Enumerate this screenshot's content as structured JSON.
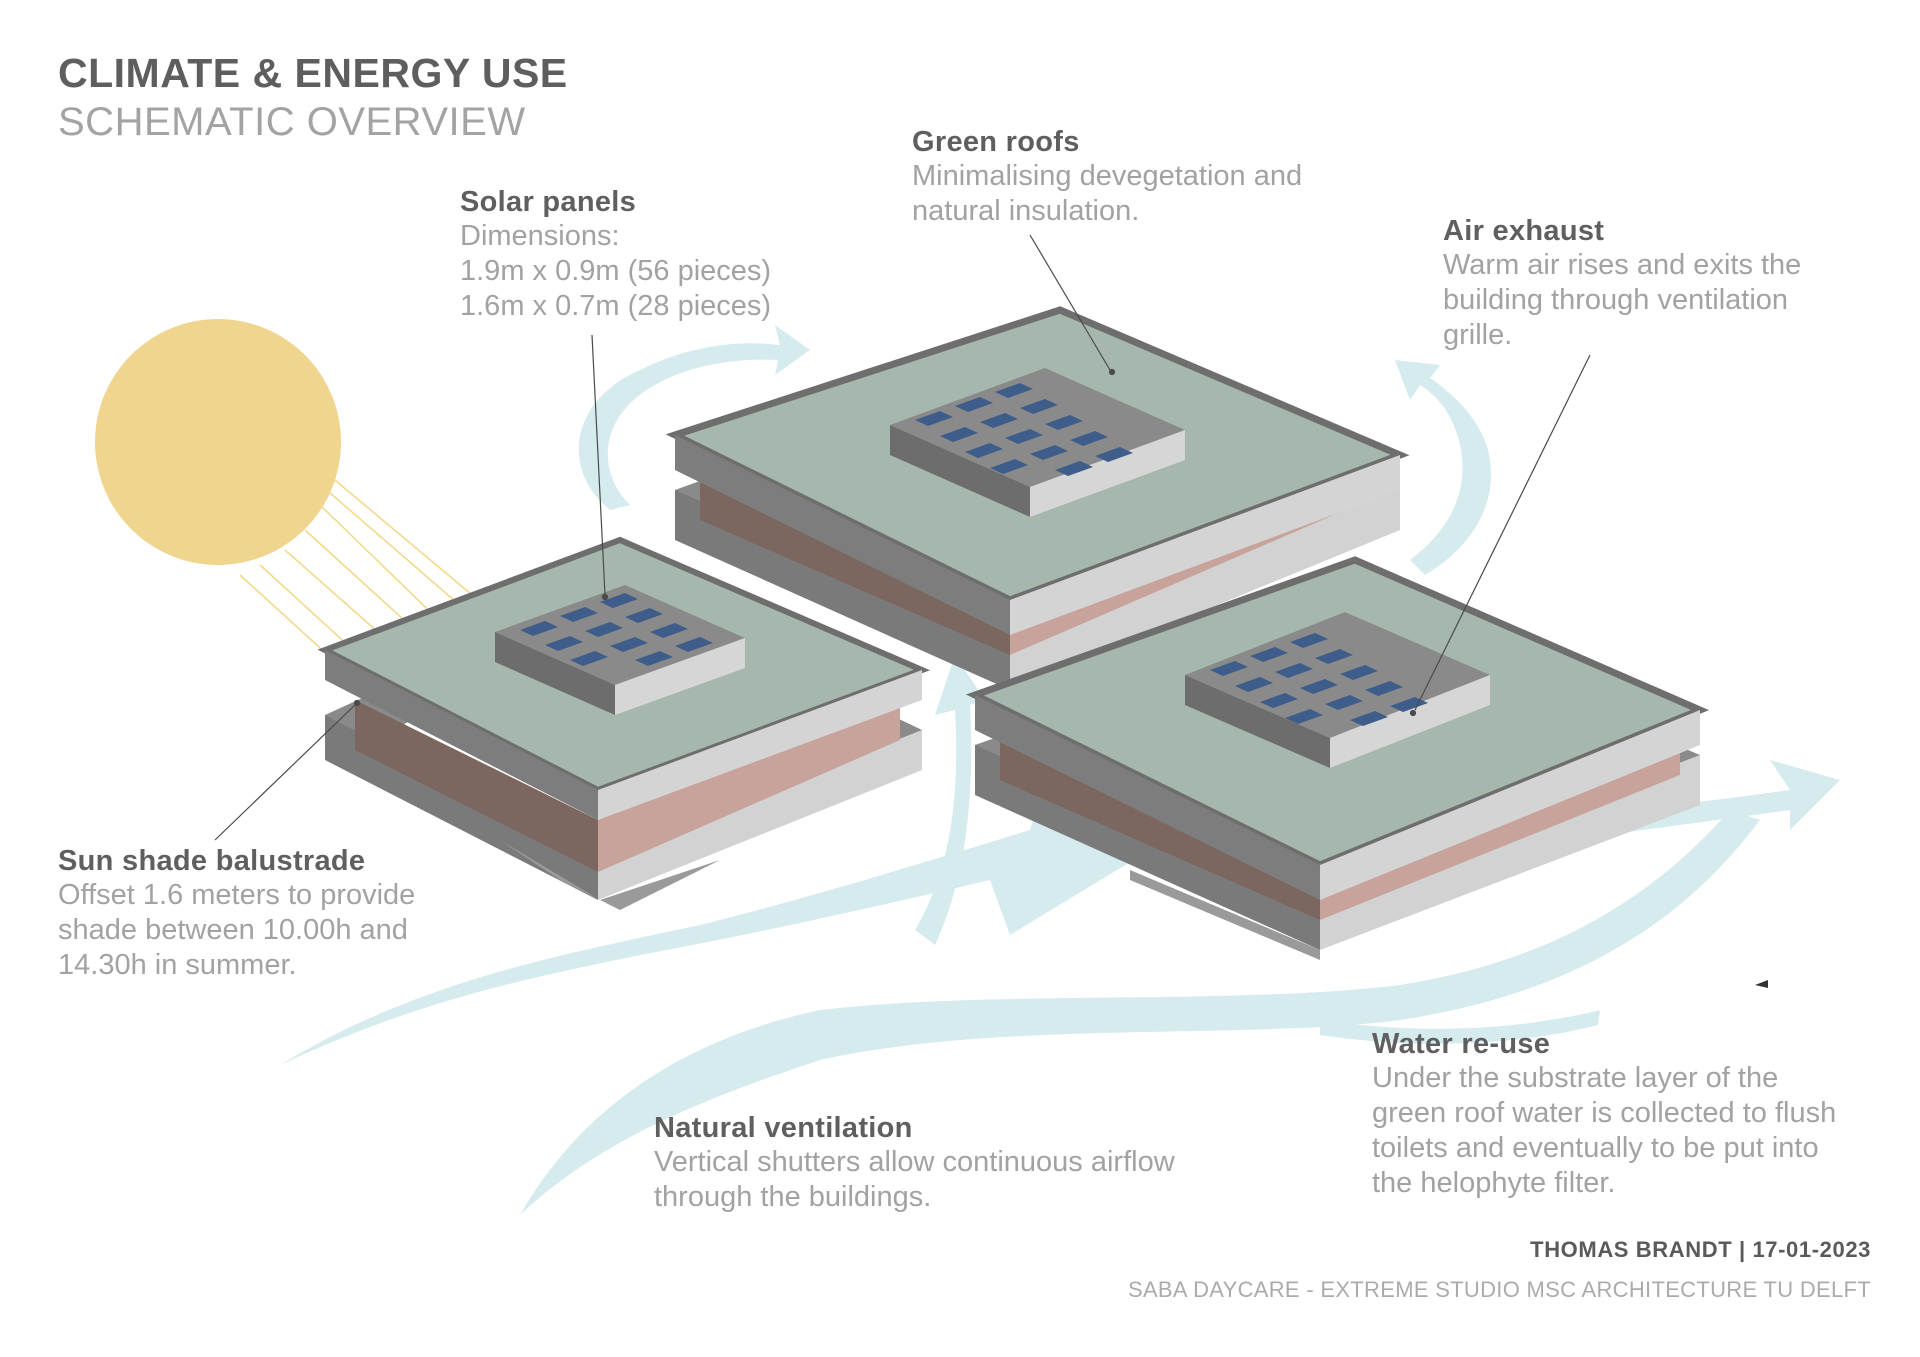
{
  "header": {
    "title": "CLIMATE & ENERGY USE",
    "subtitle": "SCHEMATIC OVERVIEW"
  },
  "labels": {
    "solar_panels": {
      "heading": "Solar panels",
      "lines": [
        "Dimensions:",
        "1.9m x 0.9m (56 pieces)",
        "1.6m x 0.7m (28 pieces)"
      ]
    },
    "green_roofs": {
      "heading": "Green roofs",
      "lines": [
        "Minimalising devegetation and",
        "natural insulation."
      ]
    },
    "air_exhaust": {
      "heading": "Air exhaust",
      "lines": [
        "Warm air rises and exits the",
        "building through ventilation",
        "grille."
      ]
    },
    "sun_shade": {
      "heading": "Sun shade balustrade",
      "lines": [
        "Offset 1.6 meters to provide",
        "shade between 10.00h and",
        "14.30h in summer."
      ]
    },
    "natural_ventilation": {
      "heading": "Natural ventilation",
      "lines": [
        "Vertical shutters allow continuous airflow",
        "through the buildings."
      ]
    },
    "water_reuse": {
      "heading": "Water re-use",
      "lines": [
        "Under the substrate layer of the",
        "green roof water is collected to flush",
        "toilets and eventually to be put into",
        "the helophyte filter."
      ]
    }
  },
  "footer": {
    "author_date": "THOMAS BRANDT | 17-01-2023",
    "project": "SABA DAYCARE - EXTREME STUDIO MSC ARCHITECTURE TU DELFT"
  },
  "colors": {
    "sun": "#f0d58e",
    "sun_rays": "#f2d98a",
    "airflow": "#d6ebee",
    "roof_green": "#a6b8ad",
    "slab_grey": "#c8c8c8",
    "slab_dark": "#7d7d7d",
    "facade_pink": "#c8a39b",
    "panel_blue": "#3e5d8a"
  }
}
